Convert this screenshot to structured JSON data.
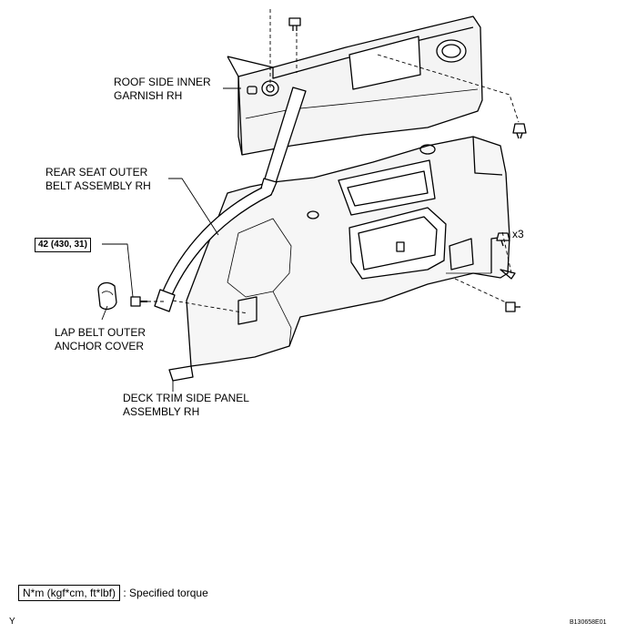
{
  "labels": {
    "roof_garnish": [
      "ROOF SIDE INNER",
      "GARNISH RH"
    ],
    "belt_assembly": [
      "REAR SEAT OUTER",
      "BELT ASSEMBLY RH"
    ],
    "anchor_cover": [
      "LAP BELT OUTER",
      "ANCHOR COVER"
    ],
    "deck_panel": [
      "DECK TRIM SIDE PANEL",
      "ASSEMBLY RH"
    ]
  },
  "torque_spec": "42 (430, 31)",
  "clip_count": "x3",
  "legend": {
    "unit": "N*m (kgf*cm, ft*lbf)",
    "text": ": Specified torque"
  },
  "corner_mark": "Y",
  "figure_code": "B130658E01"
}
